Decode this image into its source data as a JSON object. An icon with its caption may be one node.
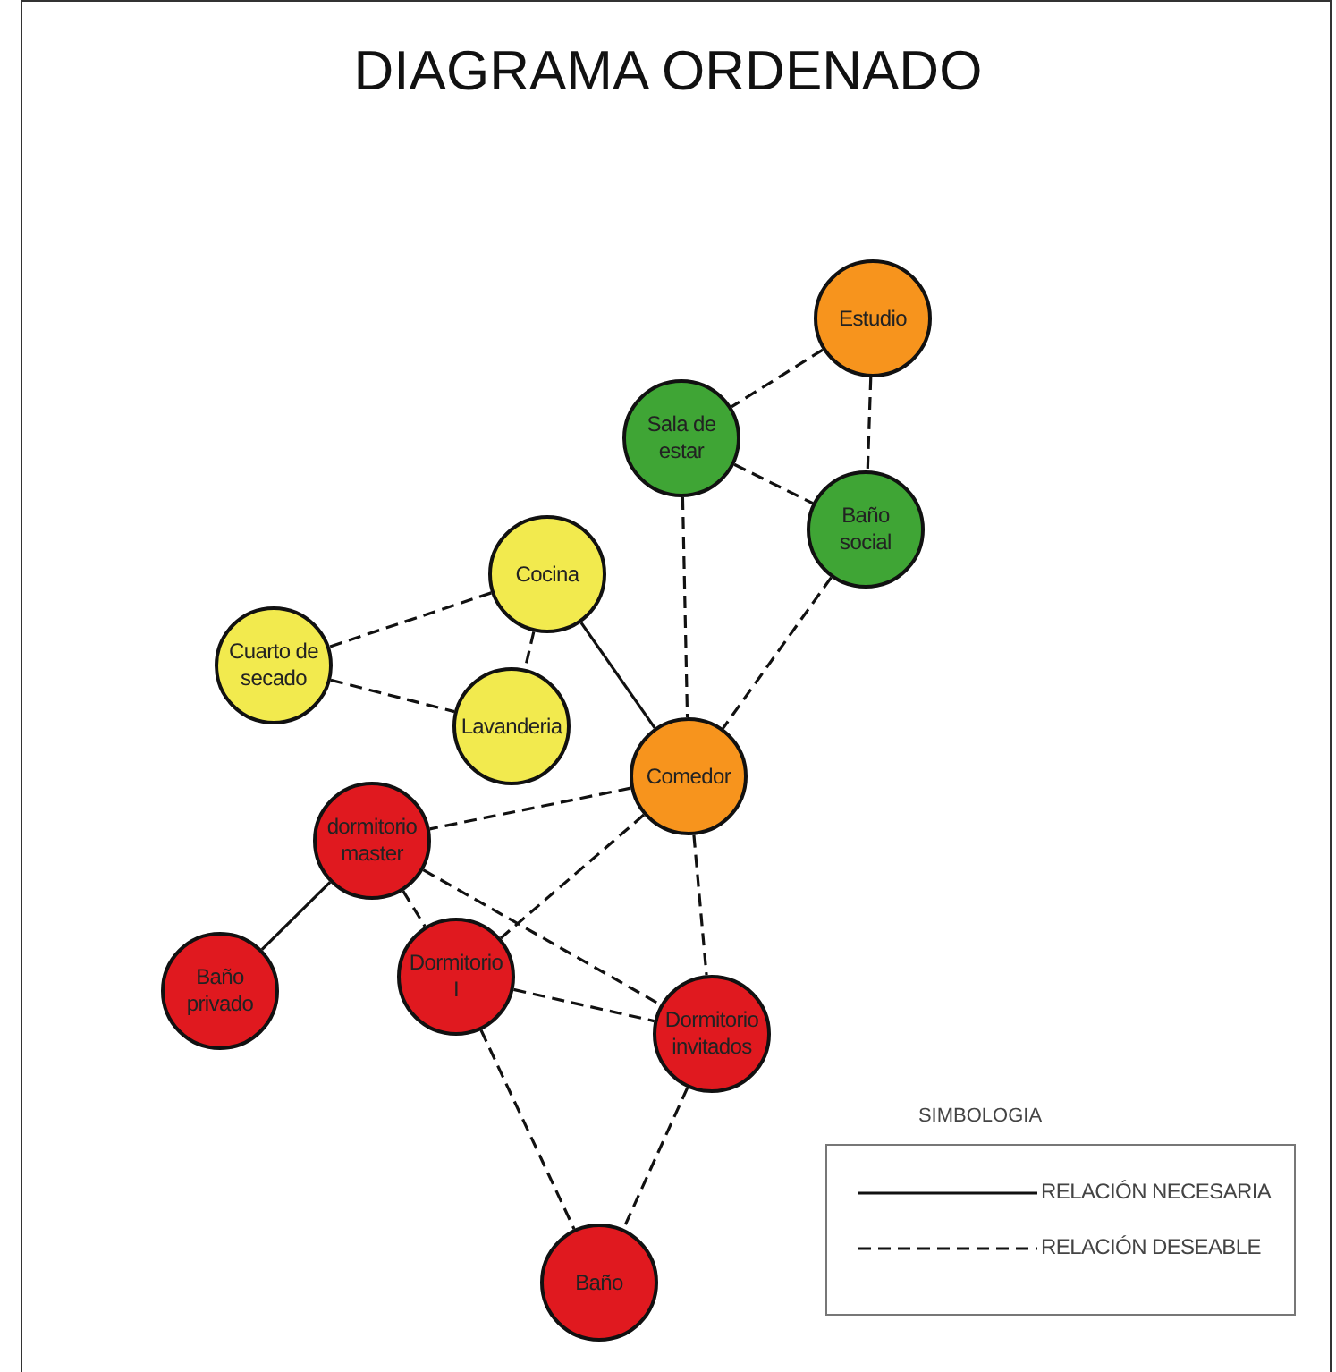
{
  "diagram": {
    "title": "DIAGRAMA ORDENADO",
    "nodes": [
      {
        "text": [
          "Estudio"
        ]
      },
      {
        "text": [
          "Sala de estar"
        ]
      },
      {
        "text": [
          "Baño social"
        ]
      },
      {
        "text": [
          "Cocina"
        ]
      },
      {
        "text": [
          "Cuarto de secado"
        ]
      },
      {
        "text": [
          "Lavanderia"
        ]
      },
      {
        "text": [
          "Comedor"
        ]
      },
      {
        "text": [
          "dormitorio master"
        ]
      },
      {
        "text": [
          "Baño privado"
        ]
      },
      {
        "text": [
          "Dormitorio I"
        ]
      },
      {
        "text": [
          "Dormitorio invitados"
        ]
      },
      {
        "text": [
          "Baño"
        ]
      }
    ],
    "edges": [
      {
        "from": 0,
        "to": 1,
        "arrow": "none",
        "style": "dashed"
      },
      {
        "from": 0,
        "to": 2,
        "arrow": "none",
        "style": "dashed"
      },
      {
        "from": 1,
        "to": 2,
        "arrow": "none",
        "style": "dashed"
      },
      {
        "from": 1,
        "to": 6,
        "arrow": "none",
        "style": "dashed"
      },
      {
        "from": 2,
        "to": 6,
        "arrow": "none",
        "style": "dashed"
      },
      {
        "from": 3,
        "to": 4,
        "arrow": "none",
        "style": "dashed"
      },
      {
        "from": 3,
        "to": 5,
        "arrow": "none",
        "style": "dashed"
      },
      {
        "from": 4,
        "to": 5,
        "arrow": "none",
        "style": "dashed"
      },
      {
        "from": 3,
        "to": 6,
        "arrow": "none"
      },
      {
        "from": 6,
        "to": 7,
        "arrow": "none",
        "style": "dashed"
      },
      {
        "from": 6,
        "to": 9,
        "arrow": "none",
        "style": "dashed"
      },
      {
        "from": 6,
        "to": 10,
        "arrow": "none",
        "style": "dashed"
      },
      {
        "from": 7,
        "to": 8,
        "arrow": "none"
      },
      {
        "from": 7,
        "to": 9,
        "arrow": "none",
        "style": "dashed"
      },
      {
        "from": 7,
        "to": 10,
        "arrow": "none",
        "style": "dashed"
      },
      {
        "from": 9,
        "to": 10,
        "arrow": "none",
        "style": "dashed"
      },
      {
        "from": 9,
        "to": 11,
        "arrow": "none",
        "style": "dashed"
      },
      {
        "from": 10,
        "to": 11,
        "arrow": "none",
        "style": "dashed"
      }
    ],
    "labels": [
      "SIMBOLOGIA"
    ],
    "legend": [
      {
        "text": "RELACIÓN NECESARIA"
      },
      {
        "text": "RELACIÓN DESEABLE"
      }
    ]
  }
}
